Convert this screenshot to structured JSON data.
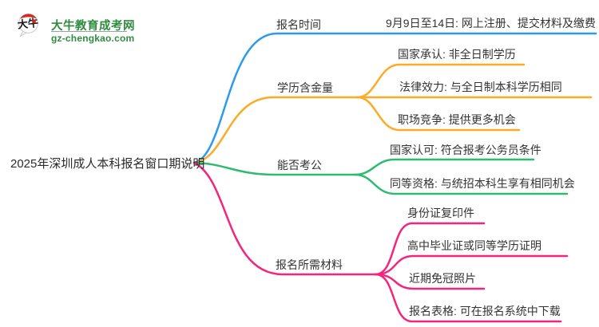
{
  "site": {
    "logo_title": "大牛教育成考网",
    "logo_domain": "gz-chengkao.com",
    "logo_badge_text": "大牛",
    "brand_green": "#2f8c3e",
    "badge_red": "#d5281e"
  },
  "mindmap": {
    "root": {
      "label": "2025年深圳成人本科报名窗口期说明"
    },
    "branches": [
      {
        "label": "报名时间",
        "color": "#2e9aef",
        "children": [
          "9月9日至14日: 网上注册、提交材料及缴费"
        ]
      },
      {
        "label": "学历含金量",
        "color": "#fdaa27",
        "children": [
          "国家承认: 非全日制学历",
          "法律效力: 与全日制本科学历相同",
          "职场竞争: 提供更多机会"
        ]
      },
      {
        "label": "能否考公",
        "color": "#2cbb6f",
        "children": [
          "国家认可: 符合报考公务员条件",
          "同等资格: 与统招本科生享有相同机会"
        ]
      },
      {
        "label": "报名所需材料",
        "color": "#f4257d",
        "children": [
          "身份证复印件",
          "高中毕业证或同等学历证明",
          "近期免冠照片",
          "报名表格: 可在报名系统中下载"
        ]
      }
    ]
  }
}
